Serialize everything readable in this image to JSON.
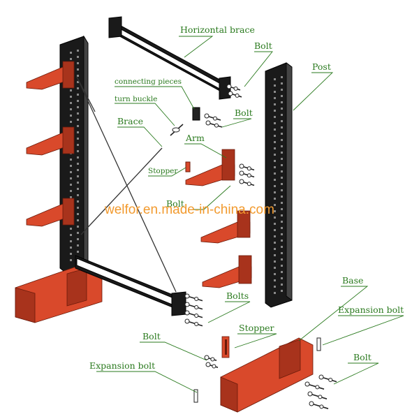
{
  "labels": {
    "horizontal_brace": "Horizontal brace",
    "bolt_top": "Bolt",
    "post": "Post",
    "connecting_pieces": "connecting pieces",
    "turn_buckle": "turn buckle",
    "bolt_mid": "Bolt",
    "brace": "Brace",
    "arm": "Arm",
    "stopper_small": "Stopper",
    "bolt_arm": "Bolt",
    "bolts": "Bolts",
    "base": "Base",
    "expansion_bolt_right": "Expansion bolt",
    "stopper": "Stopper",
    "bolt_lower_left": "Bolt",
    "bolt_lower_right": "Bolt",
    "expansion_bolt_left": "Expansion bolt"
  },
  "watermark": "welfor.en.made-in-china.com",
  "colors": {
    "label_green": "#2a7a1e",
    "steel_red": "#d9492b",
    "post_black": "#1a1a1a",
    "watermark_orange": "#f29a2e"
  }
}
